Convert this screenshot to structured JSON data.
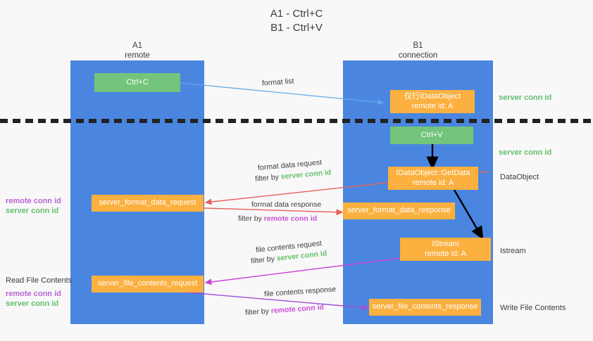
{
  "title": "A1 - Ctrl+C\nB1 - Ctrl+V",
  "columns": [
    {
      "name": "A1",
      "role": "remote"
    },
    {
      "name": "B1",
      "role": "connection"
    }
  ],
  "column_headers": {
    "left": "A1\nremote",
    "right": "B1\nconnection"
  },
  "colors": {
    "lane": "#4a86e0",
    "green_box": "#74c47c",
    "orange_box": "#fbb03f",
    "server_conn_id": "#63bf6c",
    "remote_conn_id": "#c94fd4",
    "arrow_blue": "#63a8e8",
    "arrow_red": "#e8605a",
    "arrow_magenta": "#cc3fd4",
    "arrow_purple": "#a04fd4",
    "arrow_black": "#000000",
    "divider": "#222222",
    "background": "#f8f8f8"
  },
  "nodes": [
    {
      "id": "ctrl-c",
      "label": "Ctrl+C",
      "kind": "green",
      "column": "A1"
    },
    {
      "id": "idataobject",
      "label": "仅行IDataObject\nremote id: A",
      "kind": "orange",
      "column": "B1"
    },
    {
      "id": "ctrl-v",
      "label": "Ctrl+V",
      "kind": "green",
      "column": "B1"
    },
    {
      "id": "getdata",
      "label": "IDataObject::GetData\nremote id: A",
      "kind": "orange",
      "column": "B1"
    },
    {
      "id": "server-format-data-request",
      "label": "server_format_data_request",
      "kind": "orange",
      "column": "A1"
    },
    {
      "id": "server-format-data-response",
      "label": "server_format_data_response",
      "kind": "orange",
      "column": "B1"
    },
    {
      "id": "istream",
      "label": "IStream\nremote id: A",
      "kind": "orange",
      "column": "B1"
    },
    {
      "id": "server-file-contents-request",
      "label": "server_file_contents_request",
      "kind": "orange",
      "column": "A1"
    },
    {
      "id": "server-file-contents-response",
      "label": "server_file_contents_response",
      "kind": "orange",
      "column": "B1"
    }
  ],
  "edge_labels": {
    "format_list": "format list",
    "format_data_request": "format data request",
    "format_data_request_filter_prefix": "filter by ",
    "format_data_request_filter_key": "server conn id",
    "format_data_response": "format data response",
    "format_data_response_filter_prefix": "filter by ",
    "format_data_response_filter_key": "remote conn id",
    "file_contents_request": "file contents request",
    "file_contents_request_filter_prefix": "filter by ",
    "file_contents_request_filter_key": "server conn id",
    "file_contents_response": "file contents response",
    "file_contents_response_filter_prefix": "filter by ",
    "file_contents_response_filter_key": "remote conn id"
  },
  "right_labels": [
    {
      "id": "right-server-conn-id-1",
      "text": "server conn id",
      "style": "green"
    },
    {
      "id": "right-server-conn-id-2",
      "text": "server conn id",
      "style": "green"
    },
    {
      "id": "right-dataobject",
      "text": "DataObject",
      "style": "plain"
    },
    {
      "id": "right-istream",
      "text": "Istream",
      "style": "plain"
    },
    {
      "id": "right-write-file",
      "text": "Write File Contents",
      "style": "plain"
    }
  ],
  "left_labels": {
    "group1_remote": "remote conn id",
    "group1_server": "server conn id",
    "read_file_contents": "Read File Contents",
    "group2_remote": "remote conn id",
    "group2_server": "server conn id"
  }
}
